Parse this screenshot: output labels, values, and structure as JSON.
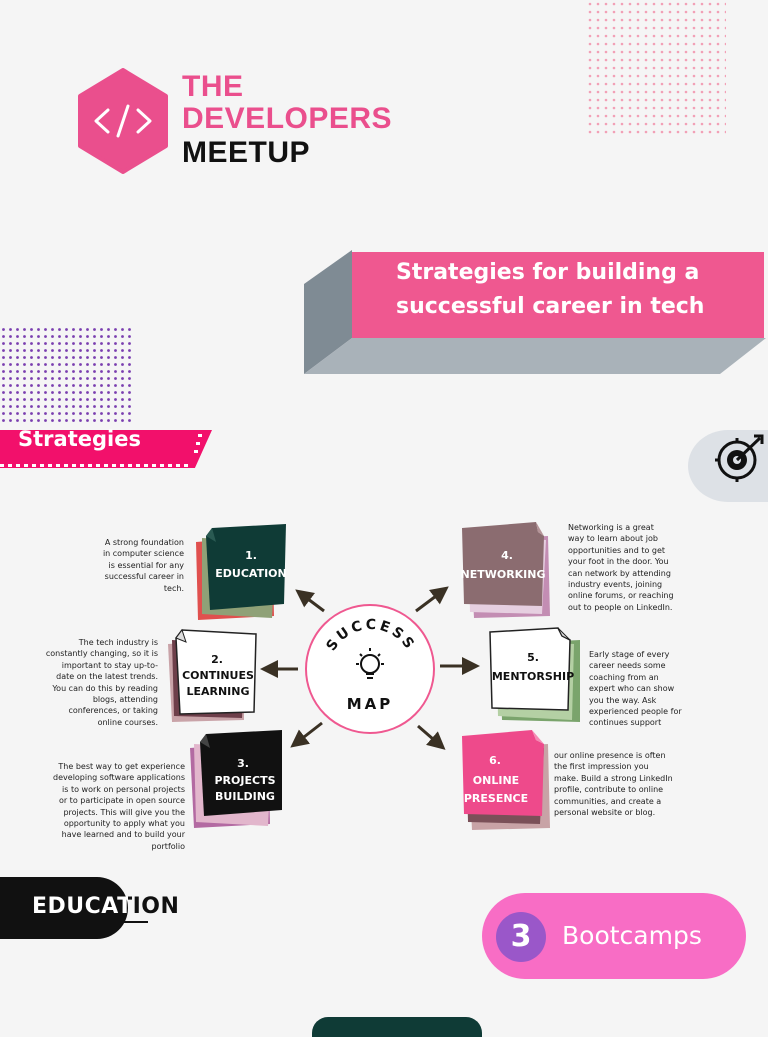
{
  "brand": {
    "logo_icon": "code-brackets-icon",
    "line1": "THE",
    "line2": "DEVELOPERS",
    "line3": "MEETUP",
    "pink": "#ea4f8d",
    "dark": "#111111"
  },
  "banner": {
    "line1": "Strategies for building a",
    "line2": "successful career in tech"
  },
  "section_tag": {
    "label": "Strategies"
  },
  "target_icon": "target-icon",
  "success_map": {
    "title_top": "SUCCESS",
    "title_bottom": "MAP",
    "center_icon": "lightbulb-icon",
    "items": [
      {
        "number": "1.",
        "label": "EDUCATION",
        "description": [
          "A strong foundation",
          "in computer science",
          "is essential for any",
          "successful career in",
          "tech."
        ]
      },
      {
        "number": "2.",
        "label_line1": "CONTINUES",
        "label_line2": "LEARNING",
        "description": [
          "The tech industry is",
          "constantly changing, so it is",
          "important to stay up-to-",
          "date on the latest trends.",
          "You can do this by reading",
          "blogs, attending",
          "conferences, or taking",
          "online courses."
        ]
      },
      {
        "number": "3.",
        "label_line1": "PROJECTS",
        "label_line2": "BUILDING",
        "description": [
          "The best way to get experience",
          "developing software applications",
          "is to work on personal projects",
          "or to participate in open source",
          "projects. This will give you the",
          "opportunity to apply what you",
          "have learned and to build your",
          "portfolio"
        ]
      },
      {
        "number": "4.",
        "label": "NETWORKING",
        "description": [
          "Networking is a great",
          "way to learn about job",
          "opportunities and to get",
          "your foot in the door. You",
          "can network by attending",
          "industry events, joining",
          "online forums, or reaching",
          "out to people on LinkedIn."
        ]
      },
      {
        "number": "5.",
        "label": "MENTORSHIP",
        "description": [
          "Early stage of every",
          "career needs some",
          "coaching from an",
          "expert who can show",
          "you the way. Ask",
          "experienced people for",
          "continues support"
        ]
      },
      {
        "number": "6.",
        "label_line1": "ONLINE",
        "label_line2": "PRESENCE",
        "description": [
          "our online presence is often",
          "the first impression you",
          "make. Build a strong LinkedIn",
          "profile, contribute to online",
          "communities, and create a",
          "personal website or blog."
        ]
      }
    ]
  },
  "education_heading": {
    "text": "EDUCATION"
  },
  "bootcamps": {
    "number": "3",
    "label": "Bootcamps"
  }
}
